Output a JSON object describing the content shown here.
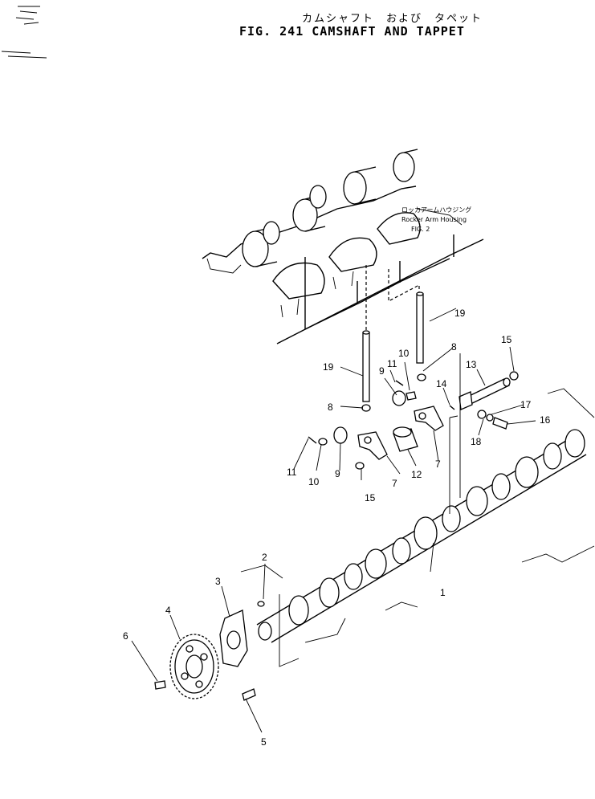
{
  "title": {
    "japanese": "カムシャフト　および　タペット",
    "english": "FIG. 241  CAMSHAFT AND TAPPET"
  },
  "callout": {
    "japanese": "ロッカアームハウジング",
    "english": "Rocker Arm Housing",
    "ref": "FIG. 2"
  },
  "part_numbers": {
    "p1": "1",
    "p2": "2",
    "p3": "3",
    "p4": "4",
    "p5": "5",
    "p6": "6",
    "p7a": "7",
    "p7b": "7",
    "p8a": "8",
    "p8b": "8",
    "p9a": "9",
    "p9b": "9",
    "p10a": "10",
    "p10b": "10",
    "p11a": "11",
    "p11b": "11",
    "p12": "12",
    "p13": "13",
    "p14": "14",
    "p15a": "15",
    "p15b": "15",
    "p16": "16",
    "p17": "17",
    "p18": "18",
    "p19a": "19",
    "p19b": "19"
  }
}
